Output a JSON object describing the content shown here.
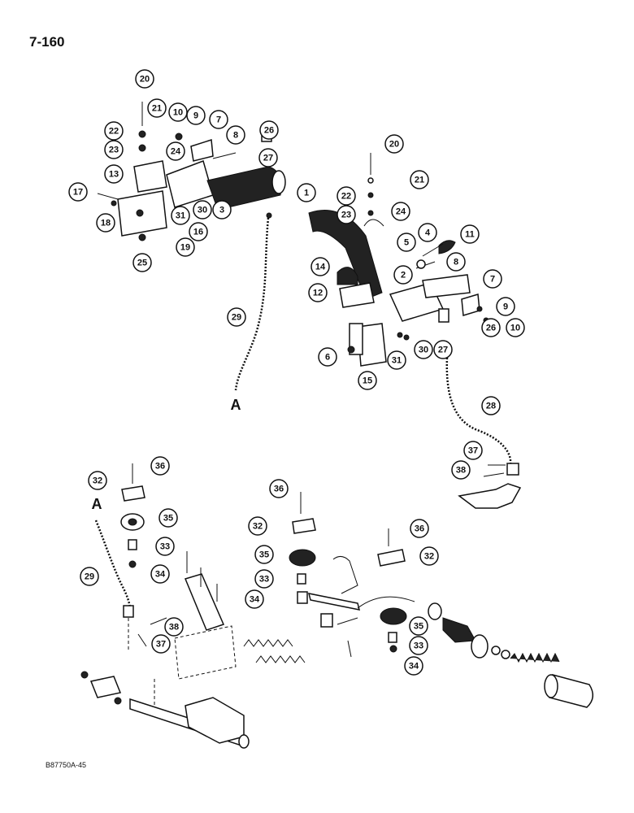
{
  "page_number": "7-160",
  "figure_code": "B87750A-45",
  "markers": [
    "A",
    "A"
  ],
  "callouts": [
    "20",
    "21",
    "10",
    "9",
    "7",
    "26",
    "22",
    "23",
    "24",
    "8",
    "13",
    "27",
    "17",
    "31",
    "30",
    "3",
    "1",
    "18",
    "16",
    "19",
    "25",
    "20",
    "21",
    "22",
    "23",
    "24",
    "4",
    "11",
    "5",
    "8",
    "14",
    "2",
    "12",
    "7",
    "9",
    "10",
    "26",
    "6",
    "31",
    "30",
    "27",
    "15",
    "29",
    "28",
    "37",
    "38",
    "32",
    "36",
    "35",
    "33",
    "34",
    "36",
    "32",
    "36",
    "32",
    "35",
    "33",
    "34",
    "29",
    "38",
    "37",
    "35",
    "33",
    "34"
  ]
}
